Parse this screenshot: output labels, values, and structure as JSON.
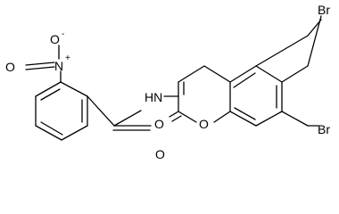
{
  "molecule": {
    "atom_labels": {
      "nitro_o_minus": "O",
      "nitro_o_minus_charge": "-",
      "nitro_n": "N",
      "nitro_n_charge": "+",
      "nitro_o": "O",
      "amide_nh": "HN",
      "amide_o": "O",
      "lactone_carbonyl_o": "O",
      "ring_o": "O",
      "br_top": "Br",
      "br_bottom": "Br"
    }
  }
}
